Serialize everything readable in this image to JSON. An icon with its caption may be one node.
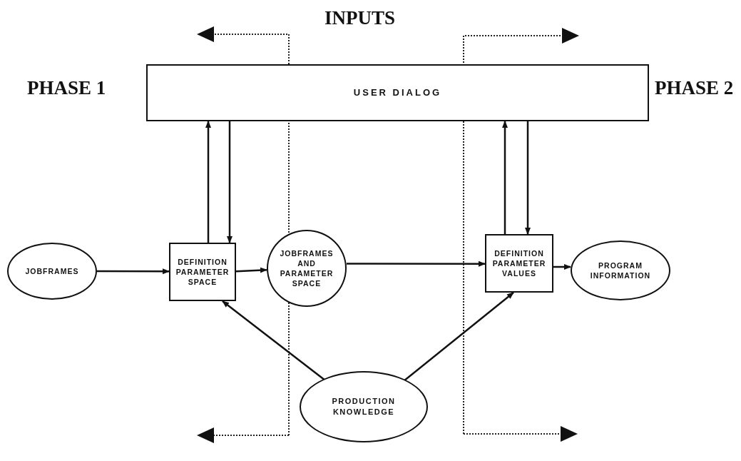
{
  "diagram": {
    "nodes": [
      {
        "text": [
          "USER DIALOG"
        ]
      },
      {
        "text": [
          "JOBFRAMES"
        ]
      },
      {
        "text": [
          "DEFINITION PARAMETER SPACE"
        ]
      },
      {
        "text": [
          "JOBFRAMES AND PARAMETER SPACE"
        ]
      },
      {
        "text": [
          "DEFINITION PARAMETER VALUES"
        ]
      },
      {
        "text": [
          "PROGRAM INFORMATION"
        ]
      },
      {
        "text": [
          "PRODUCTION KNOWLEDGE"
        ]
      }
    ],
    "edges": [
      {
        "from": 1,
        "to": 2,
        "arrow": "to"
      },
      {
        "from": 2,
        "to": 3,
        "arrow": "to"
      },
      {
        "from": 3,
        "to": 4,
        "arrow": "to"
      },
      {
        "from": 4,
        "to": 5,
        "arrow": "to"
      },
      {
        "from": 2,
        "to": 0,
        "arrow": "to"
      },
      {
        "from": 0,
        "to": 2,
        "arrow": "to"
      },
      {
        "from": 4,
        "to": 0,
        "arrow": "to"
      },
      {
        "from": 0,
        "to": 4,
        "arrow": "to"
      },
      {
        "from": 6,
        "to": 2,
        "arrow": "to"
      },
      {
        "from": 6,
        "to": 4,
        "arrow": "to"
      }
    ],
    "labels": [
      "INPUTS",
      "PHASE 1",
      "PHASE 2"
    ]
  }
}
